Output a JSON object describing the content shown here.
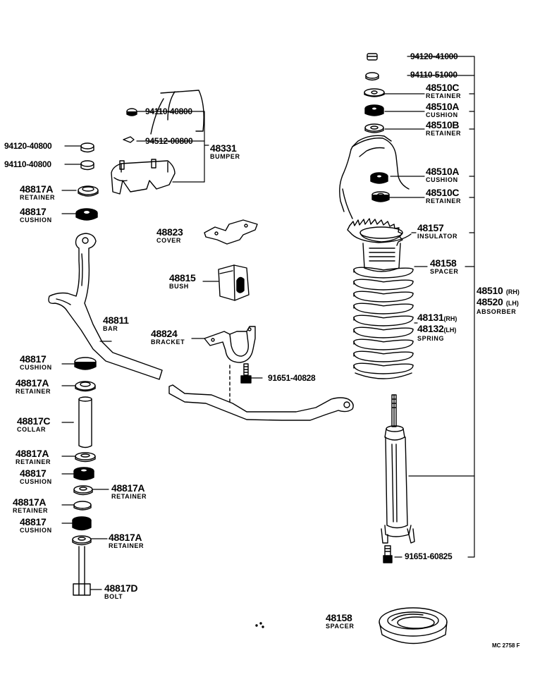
{
  "diagram_code": "MC 2758 F",
  "parts": {
    "nut_top": {
      "number": "94120-41000"
    },
    "washer_top": {
      "number": "94110-51000"
    },
    "retainer_c_top": {
      "number": "48510C",
      "name": "RETAINER"
    },
    "cushion_a_top": {
      "number": "48510A",
      "name": "CUSHION"
    },
    "retainer_b": {
      "number": "48510B",
      "name": "RETAINER"
    },
    "cushion_a_lower": {
      "number": "48510A",
      "name": "CUSHION"
    },
    "retainer_c_lower": {
      "number": "48510C",
      "name": "RETAINER"
    },
    "insulator": {
      "number": "48157",
      "name": "INSULATOR"
    },
    "spacer_upper": {
      "number": "48158",
      "name": "SPACER"
    },
    "absorber": {
      "number_rh": "48510",
      "side_rh": "(RH)",
      "number_lh": "48520",
      "side_lh": "(LH)",
      "name": "ABSORBER"
    },
    "spring": {
      "number_rh": "48131",
      "side_rh": "(RH)",
      "number_lh": "48132",
      "side_lh": "(LH)",
      "name": "SPRING"
    },
    "absorber_bolt": {
      "number": "91651-60825"
    },
    "spacer_lower": {
      "number": "48158",
      "name": "SPACER"
    },
    "bumper_washer": {
      "number": "94110-40800"
    },
    "bumper_nut": {
      "number": "94512-00800"
    },
    "bumper": {
      "number": "48331",
      "name": "BUMPER"
    },
    "left_nut": {
      "number": "94120-40800"
    },
    "left_washer": {
      "number": "94110-40800"
    },
    "retainer_1": {
      "number": "48817A",
      "name": "RETAINER"
    },
    "cushion_1": {
      "number": "48817",
      "name": "CUSHION"
    },
    "cover": {
      "number": "48823",
      "name": "COVER"
    },
    "bush": {
      "number": "48815",
      "name": "BUSH"
    },
    "bar": {
      "number": "48811",
      "name": "BAR"
    },
    "bracket": {
      "number": "48824",
      "name": "BRACKET"
    },
    "bracket_bolt": {
      "number": "91651-40828"
    },
    "cushion_2": {
      "number": "48817",
      "name": "CUSHION"
    },
    "retainer_2": {
      "number": "48817A",
      "name": "RETAINER"
    },
    "collar": {
      "number": "48817C",
      "name": "COLLAR"
    },
    "retainer_3": {
      "number": "48817A",
      "name": "RETAINER"
    },
    "cushion_3": {
      "number": "48817",
      "name": "CUSHION"
    },
    "retainer_4": {
      "number": "48817A",
      "name": "RETAINER"
    },
    "retainer_5": {
      "number": "48817A",
      "name": "RETAINER"
    },
    "cushion_4": {
      "number": "48817",
      "name": "CUSHION"
    },
    "retainer_6": {
      "number": "48817A",
      "name": "RETAINER"
    },
    "bolt": {
      "number": "48817D",
      "name": "BOLT"
    }
  }
}
